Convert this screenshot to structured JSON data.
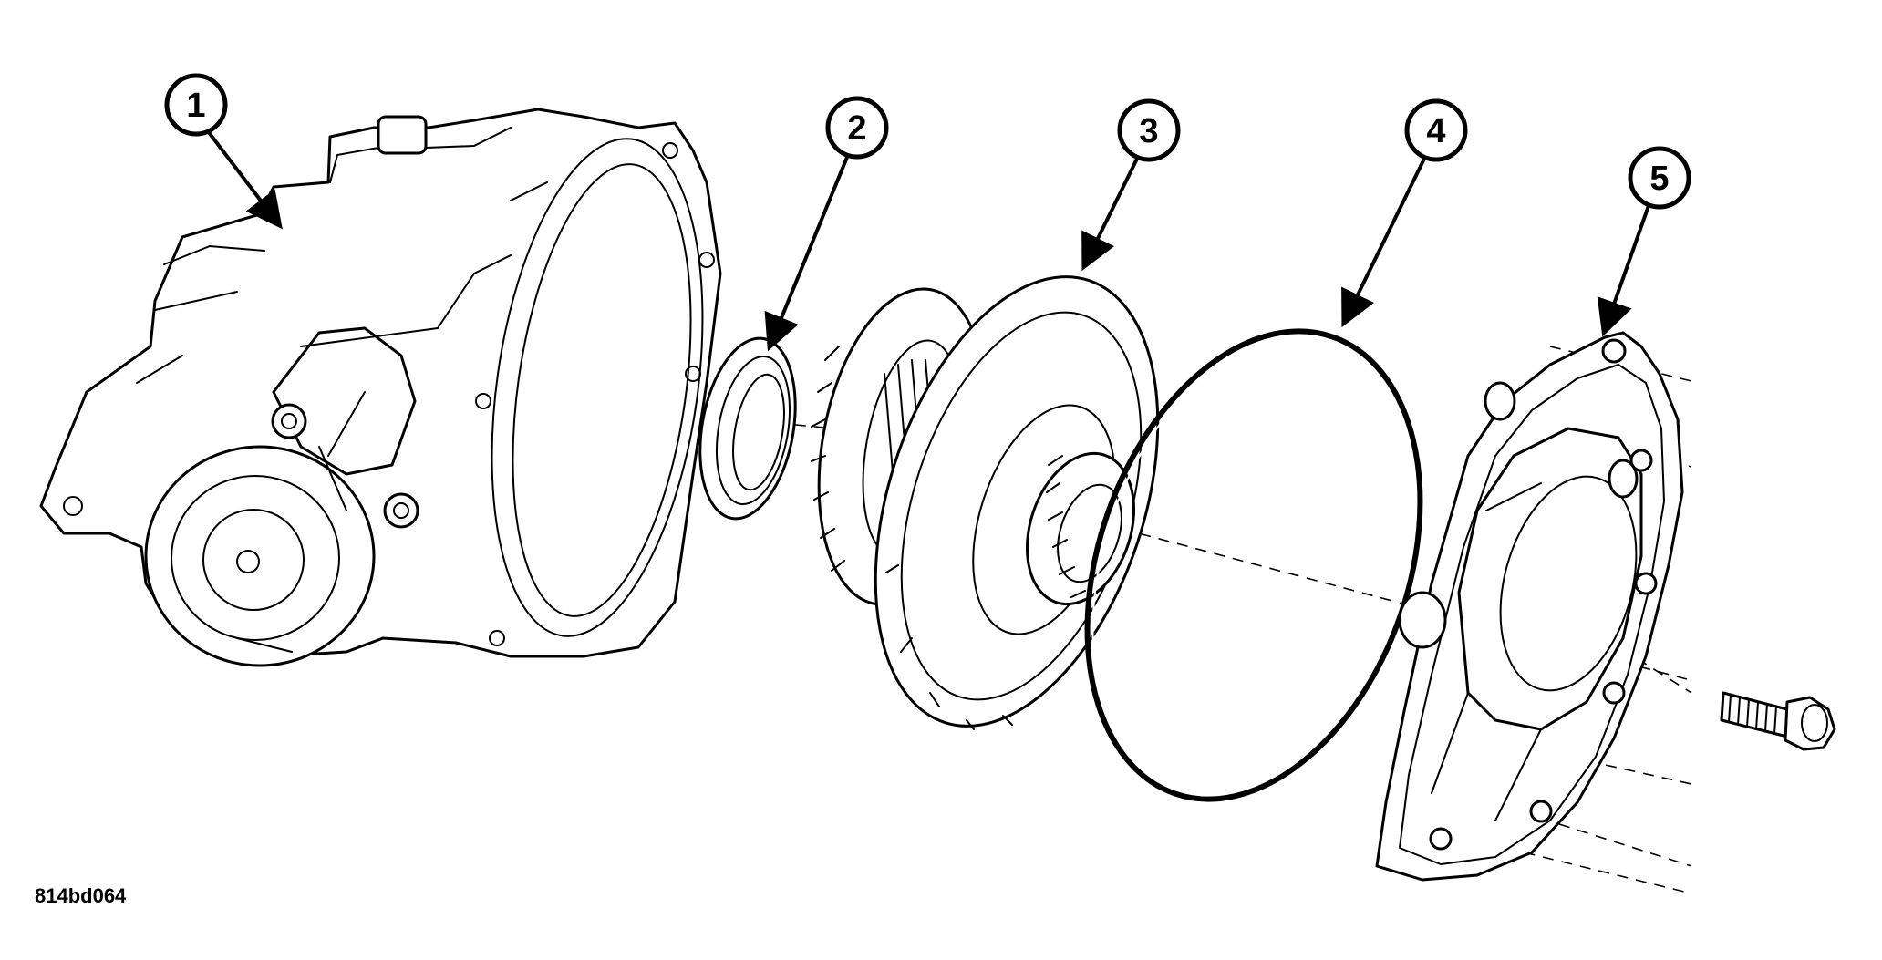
{
  "figure_id": "814bd064",
  "callouts": [
    {
      "number": "1",
      "part": "housing"
    },
    {
      "number": "2",
      "part": "seal"
    },
    {
      "number": "3",
      "part": "differential"
    },
    {
      "number": "4",
      "part": "o-ring"
    },
    {
      "number": "5",
      "part": "cover"
    }
  ]
}
